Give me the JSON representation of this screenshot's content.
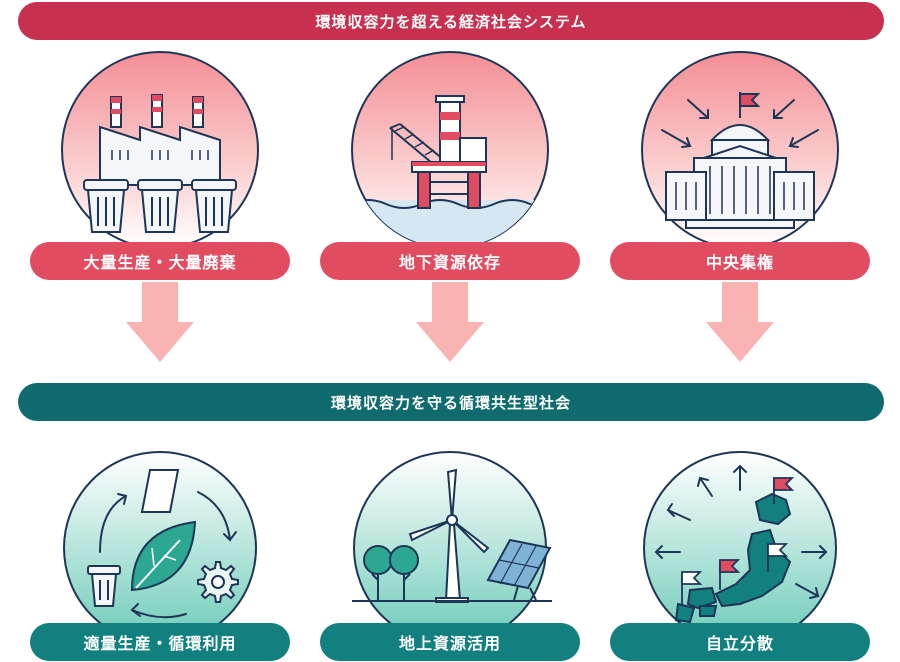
{
  "top_banner": "環境収容力を超える経済社会システム",
  "bottom_banner": "環境収容力を守る循環共生型社会",
  "top_items": [
    {
      "label": "大量生産・大量廃棄"
    },
    {
      "label": "地下資源依存"
    },
    {
      "label": "中央集権"
    }
  ],
  "bottom_items": [
    {
      "label": "適量生産・循環利用"
    },
    {
      "label": "地上資源活用"
    },
    {
      "label": "自立分散"
    }
  ],
  "colors": {
    "red_banner": "#c8304f",
    "red_pill": "#e24c61",
    "teal_banner": "#0f6b6e",
    "teal_pill": "#12807e",
    "arrow": "#f9b3b3",
    "line": "#1d3557"
  }
}
